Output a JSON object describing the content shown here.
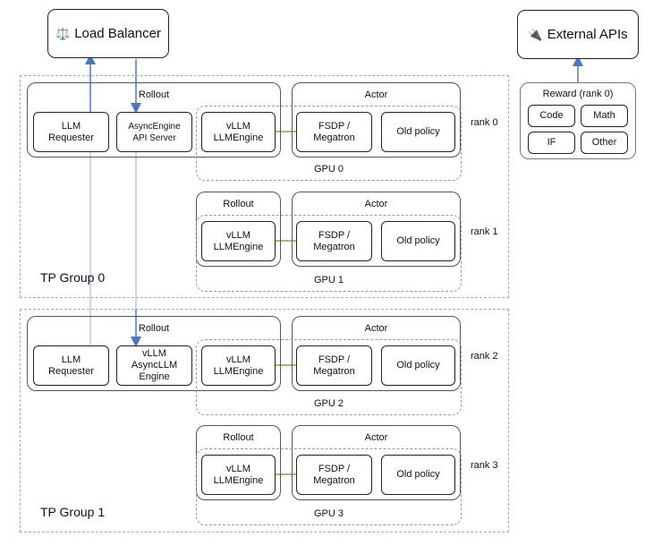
{
  "load_balancer": {
    "icon": "⚖️",
    "label": "Load Balancer"
  },
  "external_apis": {
    "icon": "🔌",
    "label": "External APIs"
  },
  "reward": {
    "title": "Reward (rank 0)",
    "items": [
      "Code",
      "Math",
      "IF",
      "Other"
    ]
  },
  "groups": [
    {
      "label": "TP Group 0",
      "ranks": [
        {
          "rank": "rank 0",
          "gpu": "GPU 0",
          "rollout": "Rollout",
          "actor": "Actor",
          "engine": "vLLM\nLLMEngine",
          "fsdp": "FSDP /\nMegatron",
          "old_policy": "Old policy",
          "requester": "LLM\nRequester",
          "server": "AsyncEngine\nAPI Server"
        },
        {
          "rank": "rank 1",
          "gpu": "GPU 1",
          "rollout": "Rollout",
          "actor": "Actor",
          "engine": "vLLM\nLLMEngine",
          "fsdp": "FSDP /\nMegatron",
          "old_policy": "Old policy"
        }
      ]
    },
    {
      "label": "TP Group 1",
      "ranks": [
        {
          "rank": "rank 2",
          "gpu": "GPU 2",
          "rollout": "Rollout",
          "actor": "Actor",
          "engine": "vLLM\nLLMEngine",
          "fsdp": "FSDP /\nMegatron",
          "old_policy": "Old policy",
          "requester": "LLM\nRequester",
          "server": "vLLM\nAsyncLLM\nEngine"
        },
        {
          "rank": "rank 3",
          "gpu": "GPU 3",
          "rollout": "Rollout",
          "actor": "Actor",
          "engine": "vLLM\nLLMEngine",
          "fsdp": "FSDP /\nMegatron",
          "old_policy": "Old policy"
        }
      ]
    }
  ],
  "colors": {
    "arrow": "#4a78c8",
    "arrow_faint": "#b9c9ea",
    "link": "#6db33f"
  }
}
